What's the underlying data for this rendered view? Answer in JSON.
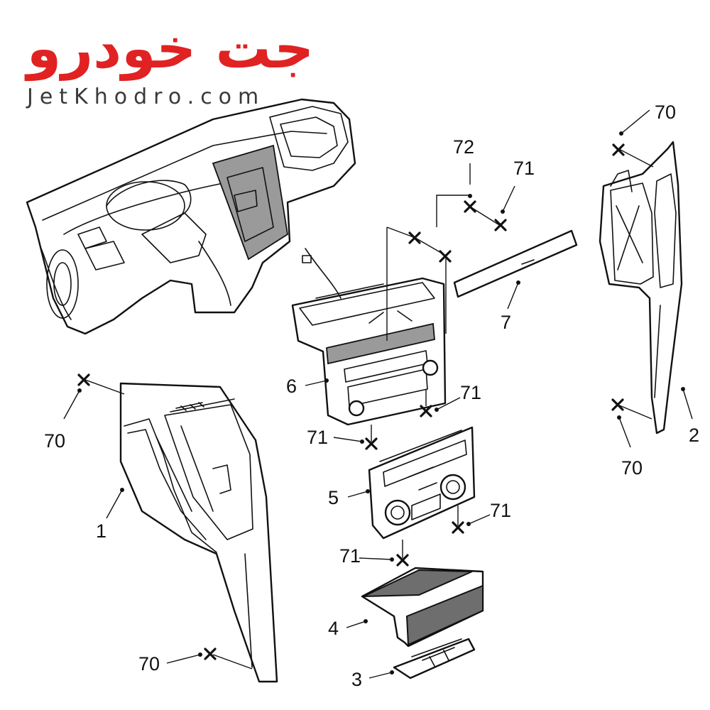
{
  "logo": {
    "persian_text": "جت خودرو",
    "latin_text": "JetKhodro.com",
    "brand_red": "#e02222",
    "brand_grey": "#3a3a3a"
  },
  "labels": {
    "l70_a": "70",
    "l72": "72",
    "l71_a": "71",
    "l7": "7",
    "l6": "6",
    "l71_b": "71",
    "l71_c": "71",
    "l70_b": "70",
    "l1": "1",
    "l70_c": "70",
    "l2": "2",
    "l5": "5",
    "l71_d": "71",
    "l71_e": "71",
    "l4": "4",
    "l70_d": "70",
    "l3": "3"
  }
}
